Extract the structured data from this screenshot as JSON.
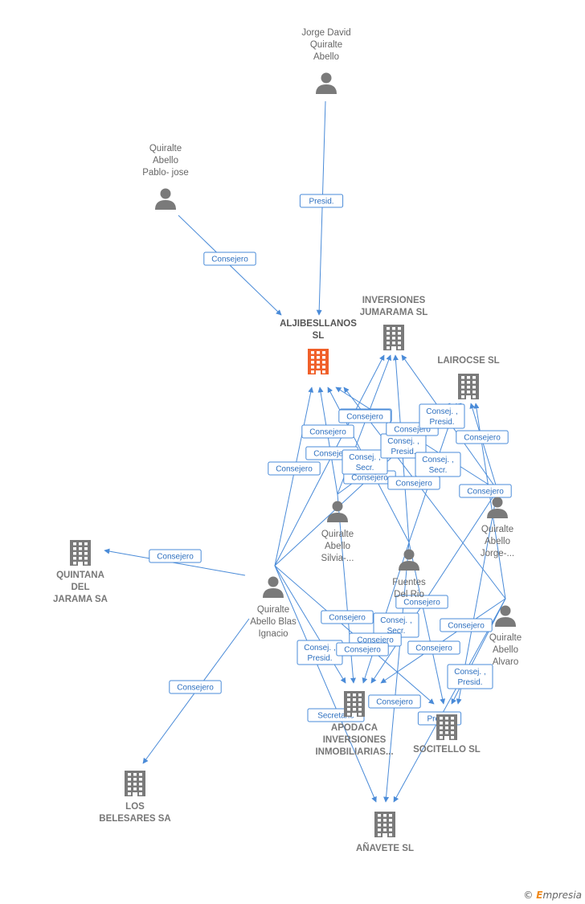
{
  "nodes": [
    {
      "id": "jorge_david",
      "type": "person",
      "lines": [
        "Jorge David",
        "Quiralte",
        "Abello"
      ]
    },
    {
      "id": "pablo_jose",
      "type": "person",
      "lines": [
        "Quiralte",
        "Abello",
        "Pablo- jose"
      ]
    },
    {
      "id": "aljibesllanos",
      "type": "company-focus",
      "lines": [
        "ALJIBESLLANOS",
        "SL"
      ]
    },
    {
      "id": "inversiones_jumarama",
      "type": "company",
      "lines": [
        "INVERSIONES",
        "JUMARAMA  SL"
      ]
    },
    {
      "id": "lairocse",
      "type": "company",
      "lines": [
        "LAIROCSE  SL"
      ]
    },
    {
      "id": "silvia",
      "type": "person",
      "lines": [
        "Quiralte",
        "Abello",
        "Silvia-..."
      ]
    },
    {
      "id": "jorge_dots",
      "type": "person",
      "lines": [
        "Quiralte",
        "Abello",
        "Jorge-..."
      ]
    },
    {
      "id": "fuentes",
      "type": "person",
      "lines": [
        "Fuentes",
        "Del Rio",
        ""
      ]
    },
    {
      "id": "blas",
      "type": "person",
      "lines": [
        "Quiralte",
        "Abello Blas",
        "Ignacio"
      ]
    },
    {
      "id": "alvaro",
      "type": "person",
      "lines": [
        "Quiralte",
        "Abello",
        "Alvaro"
      ]
    },
    {
      "id": "quintana",
      "type": "company",
      "lines": [
        "QUINTANA",
        "DEL",
        "JARAMA SA"
      ]
    },
    {
      "id": "apodaca",
      "type": "company",
      "lines": [
        "APODACA",
        "INVERSIONES",
        "INMOBILIARIAS..."
      ]
    },
    {
      "id": "socitello",
      "type": "company",
      "lines": [
        "SOCITELLO  SL"
      ]
    },
    {
      "id": "belesares",
      "type": "company",
      "lines": [
        "LOS",
        "BELESARES SA"
      ]
    },
    {
      "id": "anavete",
      "type": "company",
      "lines": [
        "AÑAVETE  SL"
      ]
    }
  ],
  "edges": [
    {
      "from": "jorge_david",
      "to": "aljibesllanos",
      "label": "Presid."
    },
    {
      "from": "pablo_jose",
      "to": "aljibesllanos",
      "label": "Consejero"
    },
    {
      "from": "blas",
      "to": "quintana",
      "label": "Consejero"
    },
    {
      "from": "blas",
      "to": "belesares",
      "label": "Consejero"
    },
    {
      "from": "blas",
      "to": "aljibesllanos",
      "label": "Consejero"
    },
    {
      "from": "silvia",
      "to": "aljibesllanos",
      "label": "Consejero"
    },
    {
      "from": "fuentes",
      "to": "aljibesllanos",
      "label": "Consejero"
    },
    {
      "from": "jorge_dots",
      "to": "aljibesllanos",
      "label": "Consejero"
    },
    {
      "from": "alvaro",
      "to": "aljibesllanos",
      "label": "Consejero"
    },
    {
      "from": "blas",
      "to": "inversiones_jumarama",
      "label": "Consejero"
    },
    {
      "from": "silvia",
      "to": "inversiones_jumarama",
      "label": "Consej. , Secr."
    },
    {
      "from": "fuentes",
      "to": "inversiones_jumarama",
      "label": "Consej. , Presid."
    },
    {
      "from": "jorge_dots",
      "to": "inversiones_jumarama",
      "label": "Consejero"
    },
    {
      "from": "blas",
      "to": "lairocse",
      "label": "Consejero"
    },
    {
      "from": "fuentes",
      "to": "lairocse",
      "label": "Consej. , Secr."
    },
    {
      "from": "silvia",
      "to": "lairocse",
      "label": "Consej. , Presid."
    },
    {
      "from": "jorge_dots",
      "to": "lairocse",
      "label": "Consejero"
    },
    {
      "from": "alvaro",
      "to": "lairocse",
      "label": "Consejero"
    },
    {
      "from": "blas",
      "to": "apodaca",
      "label": "Consej. , Presid."
    },
    {
      "from": "silvia",
      "to": "apodaca",
      "label": "Consejero"
    },
    {
      "from": "fuentes",
      "to": "apodaca",
      "label": "Consej. , Secr."
    },
    {
      "from": "jorge_dots",
      "to": "apodaca",
      "label": "Consejero"
    },
    {
      "from": "alvaro",
      "to": "apodaca",
      "label": "Consejero"
    },
    {
      "from": "blas",
      "to": "socitello",
      "label": "Consejero"
    },
    {
      "from": "fuentes",
      "to": "socitello",
      "label": "Consejero"
    },
    {
      "from": "alvaro",
      "to": "socitello",
      "label": "Consej. , Presid."
    },
    {
      "from": "jorge_dots",
      "to": "socitello",
      "label": "Consejero"
    },
    {
      "from": "blas",
      "to": "anavete",
      "label": "Secretario"
    },
    {
      "from": "fuentes",
      "to": "anavete",
      "label": "Consejero"
    },
    {
      "from": "alvaro",
      "to": "anavete",
      "label": "Presid."
    }
  ],
  "colors": {
    "edge": "#4a8bd8",
    "focus_company": "#f0602a",
    "icon": "#7a7a7a"
  },
  "icons": {
    "person": "person-icon",
    "company": "building-icon"
  },
  "brand": {
    "symbol": "©",
    "initial": "E",
    "rest": "mpresia"
  }
}
